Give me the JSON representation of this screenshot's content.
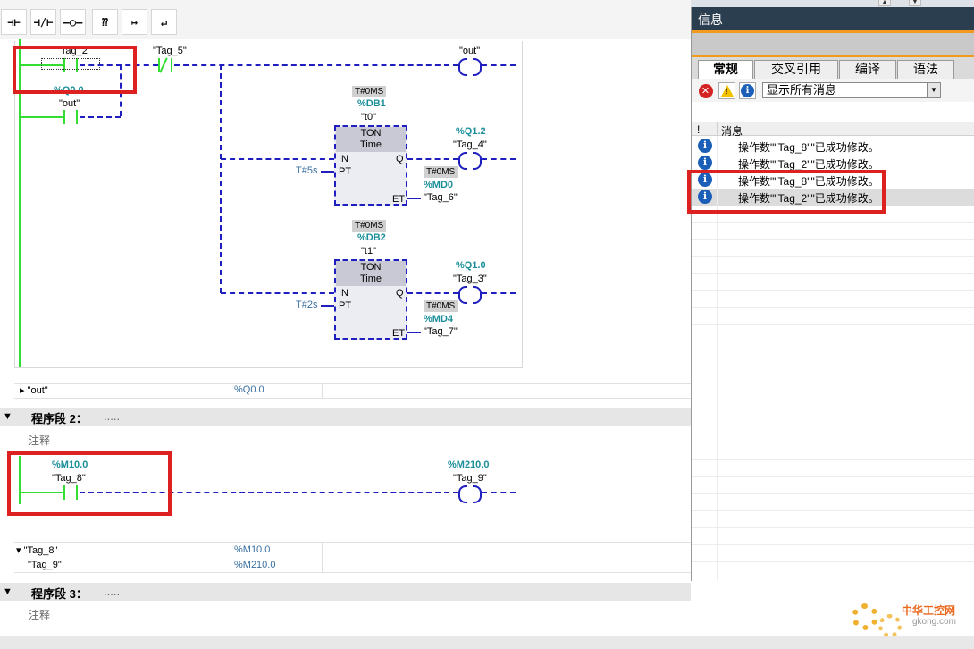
{
  "toolbar": {
    "buttons": [
      "⊣⊢",
      "⊣/⊢",
      "–○–",
      "⁇",
      "↦",
      "↵"
    ]
  },
  "ladder": {
    "net1": {
      "contact1": {
        "addr": "",
        "tag": "\"Tag_2\""
      },
      "contact2": {
        "addr": "%Q0.0",
        "tag": "\"out\""
      },
      "contact3": {
        "tag": "\"Tag_5\""
      },
      "coil_out": {
        "tag": "\"out\""
      },
      "ton1": {
        "time_box": "T#0MS",
        "db": "%DB1",
        "inst": "\"t0\"",
        "type": "TON",
        "sub": "Time",
        "in": "IN",
        "pt": "PT",
        "q": "Q",
        "et": "ET",
        "pt_val": "T#5s",
        "et_box": "T#0MS",
        "et_addr": "%MD0",
        "et_tag": "\"Tag_6\"",
        "q_addr": "%Q1.2",
        "q_tag": "\"Tag_4\""
      },
      "ton2": {
        "time_box": "T#0MS",
        "db": "%DB2",
        "inst": "\"t1\"",
        "type": "TON",
        "sub": "Time",
        "in": "IN",
        "pt": "PT",
        "q": "Q",
        "et": "ET",
        "pt_val": "T#2s",
        "et_box": "T#0MS",
        "et_addr": "%MD4",
        "et_tag": "\"Tag_7\"",
        "q_addr": "%Q1.0",
        "q_tag": "\"Tag_3\""
      },
      "tag_table": [
        {
          "name": "\"out\"",
          "addr": "%Q0.0"
        }
      ]
    },
    "net2": {
      "title": "程序段 2：",
      "dots": ".....",
      "comment": "注释",
      "contact": {
        "addr": "%M10.0",
        "tag": "\"Tag_8\""
      },
      "coil": {
        "addr": "%M210.0",
        "tag": "\"Tag_9\""
      },
      "tag_table": [
        {
          "name": "\"Tag_8\"",
          "addr": "%M10.0"
        },
        {
          "name": "\"Tag_9\"",
          "addr": "%M210.0"
        }
      ]
    },
    "net3": {
      "title": "程序段 3：",
      "dots": ".....",
      "comment": "注释"
    }
  },
  "info_panel": {
    "title": "信息",
    "tabs": [
      "常规",
      "交叉引用",
      "编译",
      "语法"
    ],
    "filter": "显示所有消息",
    "col_bang": "!",
    "col_msg": "消息",
    "messages": [
      "操作数\"\"Tag_8\"\"已成功修改。",
      "操作数\"\"Tag_2\"\"已成功修改。",
      "操作数\"\"Tag_8\"\"已成功修改。",
      "操作数\"\"Tag_2\"\"已成功修改。"
    ]
  },
  "watermark": {
    "line1": "中华工控网",
    "line2": "gkong.com"
  },
  "colors": {
    "rail": "#33dd33",
    "wire": "#1f1fbf",
    "highlight": "#dd2020",
    "panel_title": "#2b3e50",
    "accent": "#f39a1e"
  }
}
